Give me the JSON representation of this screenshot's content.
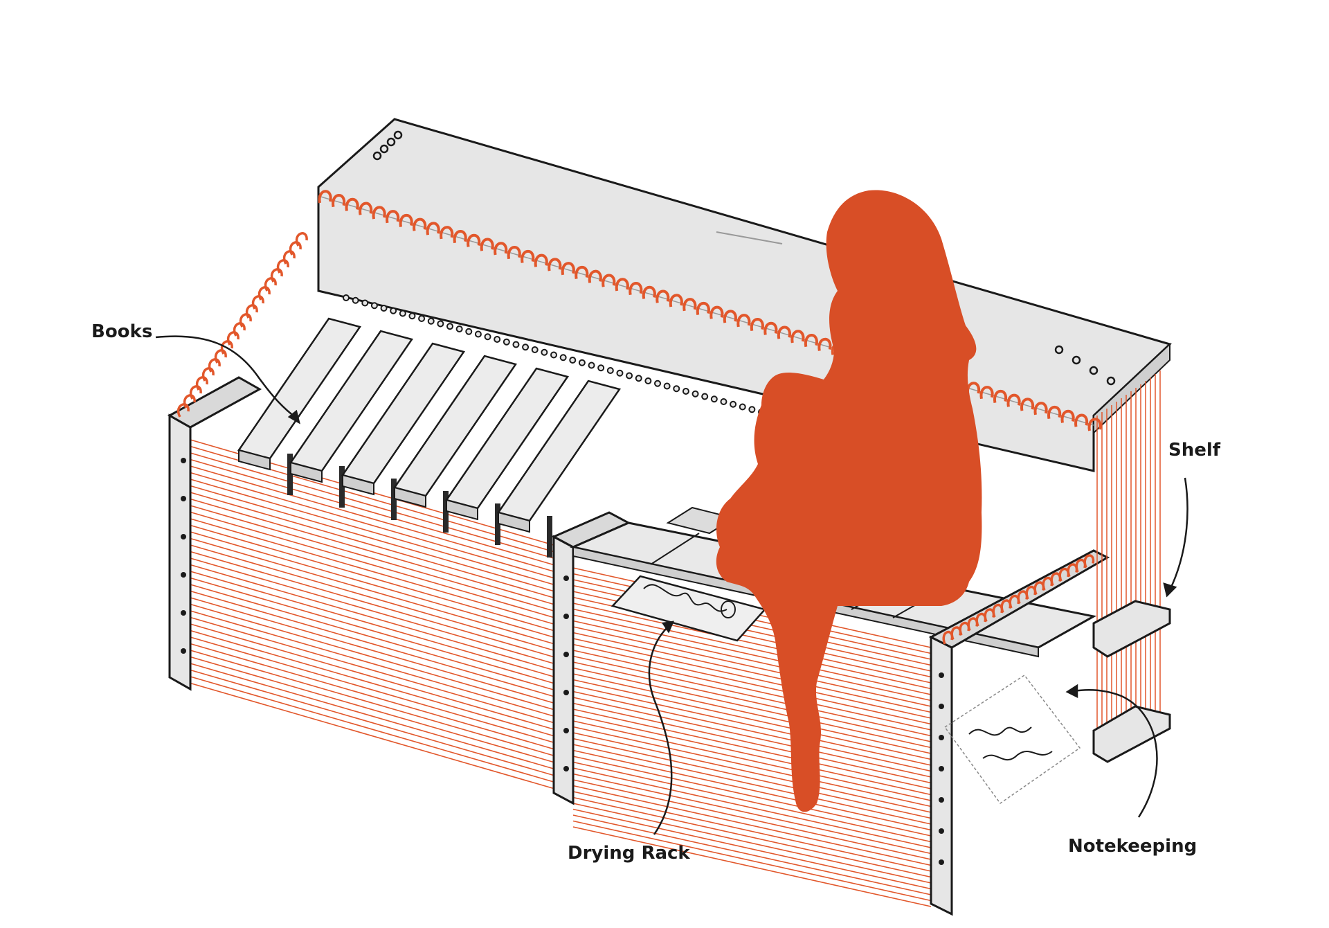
{
  "labels": {
    "books": "Books",
    "shelf": "Shelf",
    "drying_rack": "Drying Rack",
    "notekeeping": "Notekeeping"
  },
  "colors": {
    "panel": "#e6e6e6",
    "outline": "#1a1a1a",
    "thread": "#e2572b",
    "figure": "#d84e26",
    "background": "#ffffff"
  }
}
